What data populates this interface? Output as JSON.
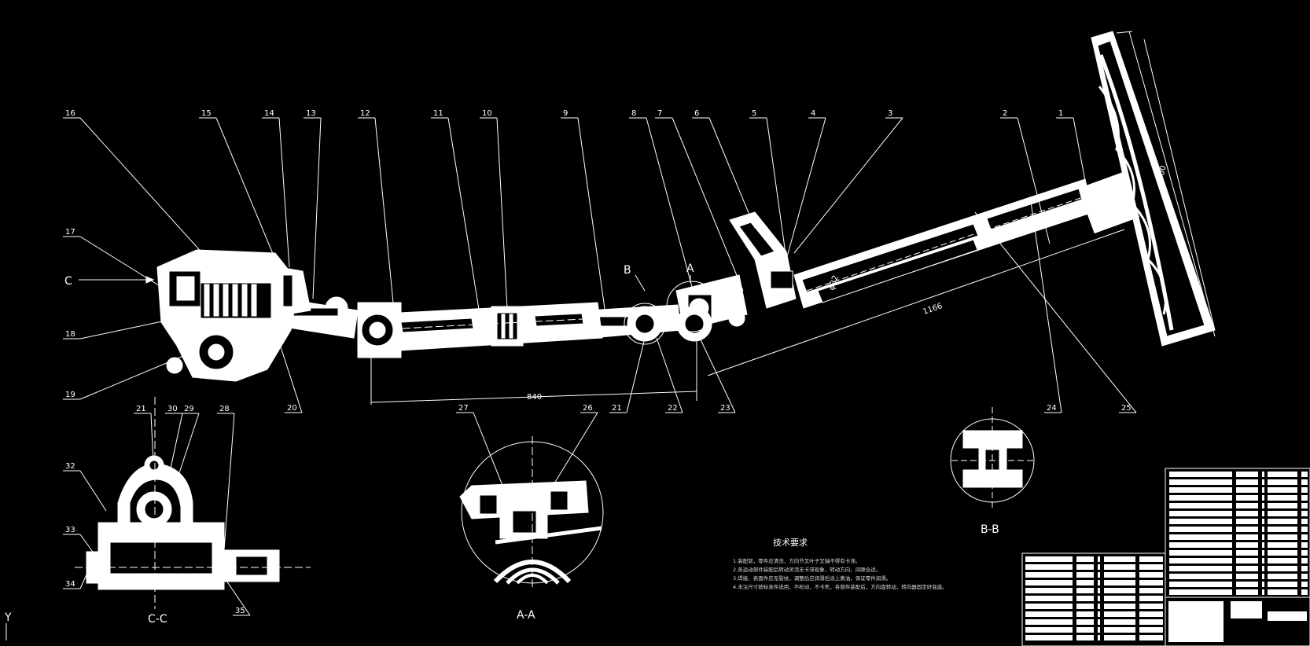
{
  "part_labels": [
    "16",
    "15",
    "14",
    "13",
    "12",
    "11",
    "10",
    "9",
    "8",
    "7",
    "6",
    "5",
    "4",
    "3",
    "2",
    "1",
    "17",
    "18",
    "19",
    "20",
    "21",
    "22",
    "23",
    "24",
    "25",
    "27",
    "26",
    "21",
    "30",
    "29",
    "28",
    "32",
    "33",
    "34",
    "35"
  ],
  "section_labels": {
    "a": "A",
    "b": "B",
    "c": "C",
    "aa": "A-A",
    "bb": "B-B",
    "cc": "C-C"
  },
  "dimensions": {
    "d840": "840",
    "d1166": "1166",
    "d400": "400",
    "d32": "φ32"
  },
  "axis_y": "Y",
  "tech_requirements": {
    "title": "技术要求",
    "notes": [
      "1.装配前，零件应清洗，方向节叉叶子叉轴不得有卡滞。",
      "2.各运动部件装配后转动灵活无卡滞现象，转动方向，间隙合适。",
      "3.焊接、表面件应无裂纹，调整后应润滑后涂上黄油，保证零件润滑。",
      "4.未注尺寸按标准件选用，不松动，不卡死，各部件装配后，方向盘转动，转向器固定好底座。"
    ]
  }
}
